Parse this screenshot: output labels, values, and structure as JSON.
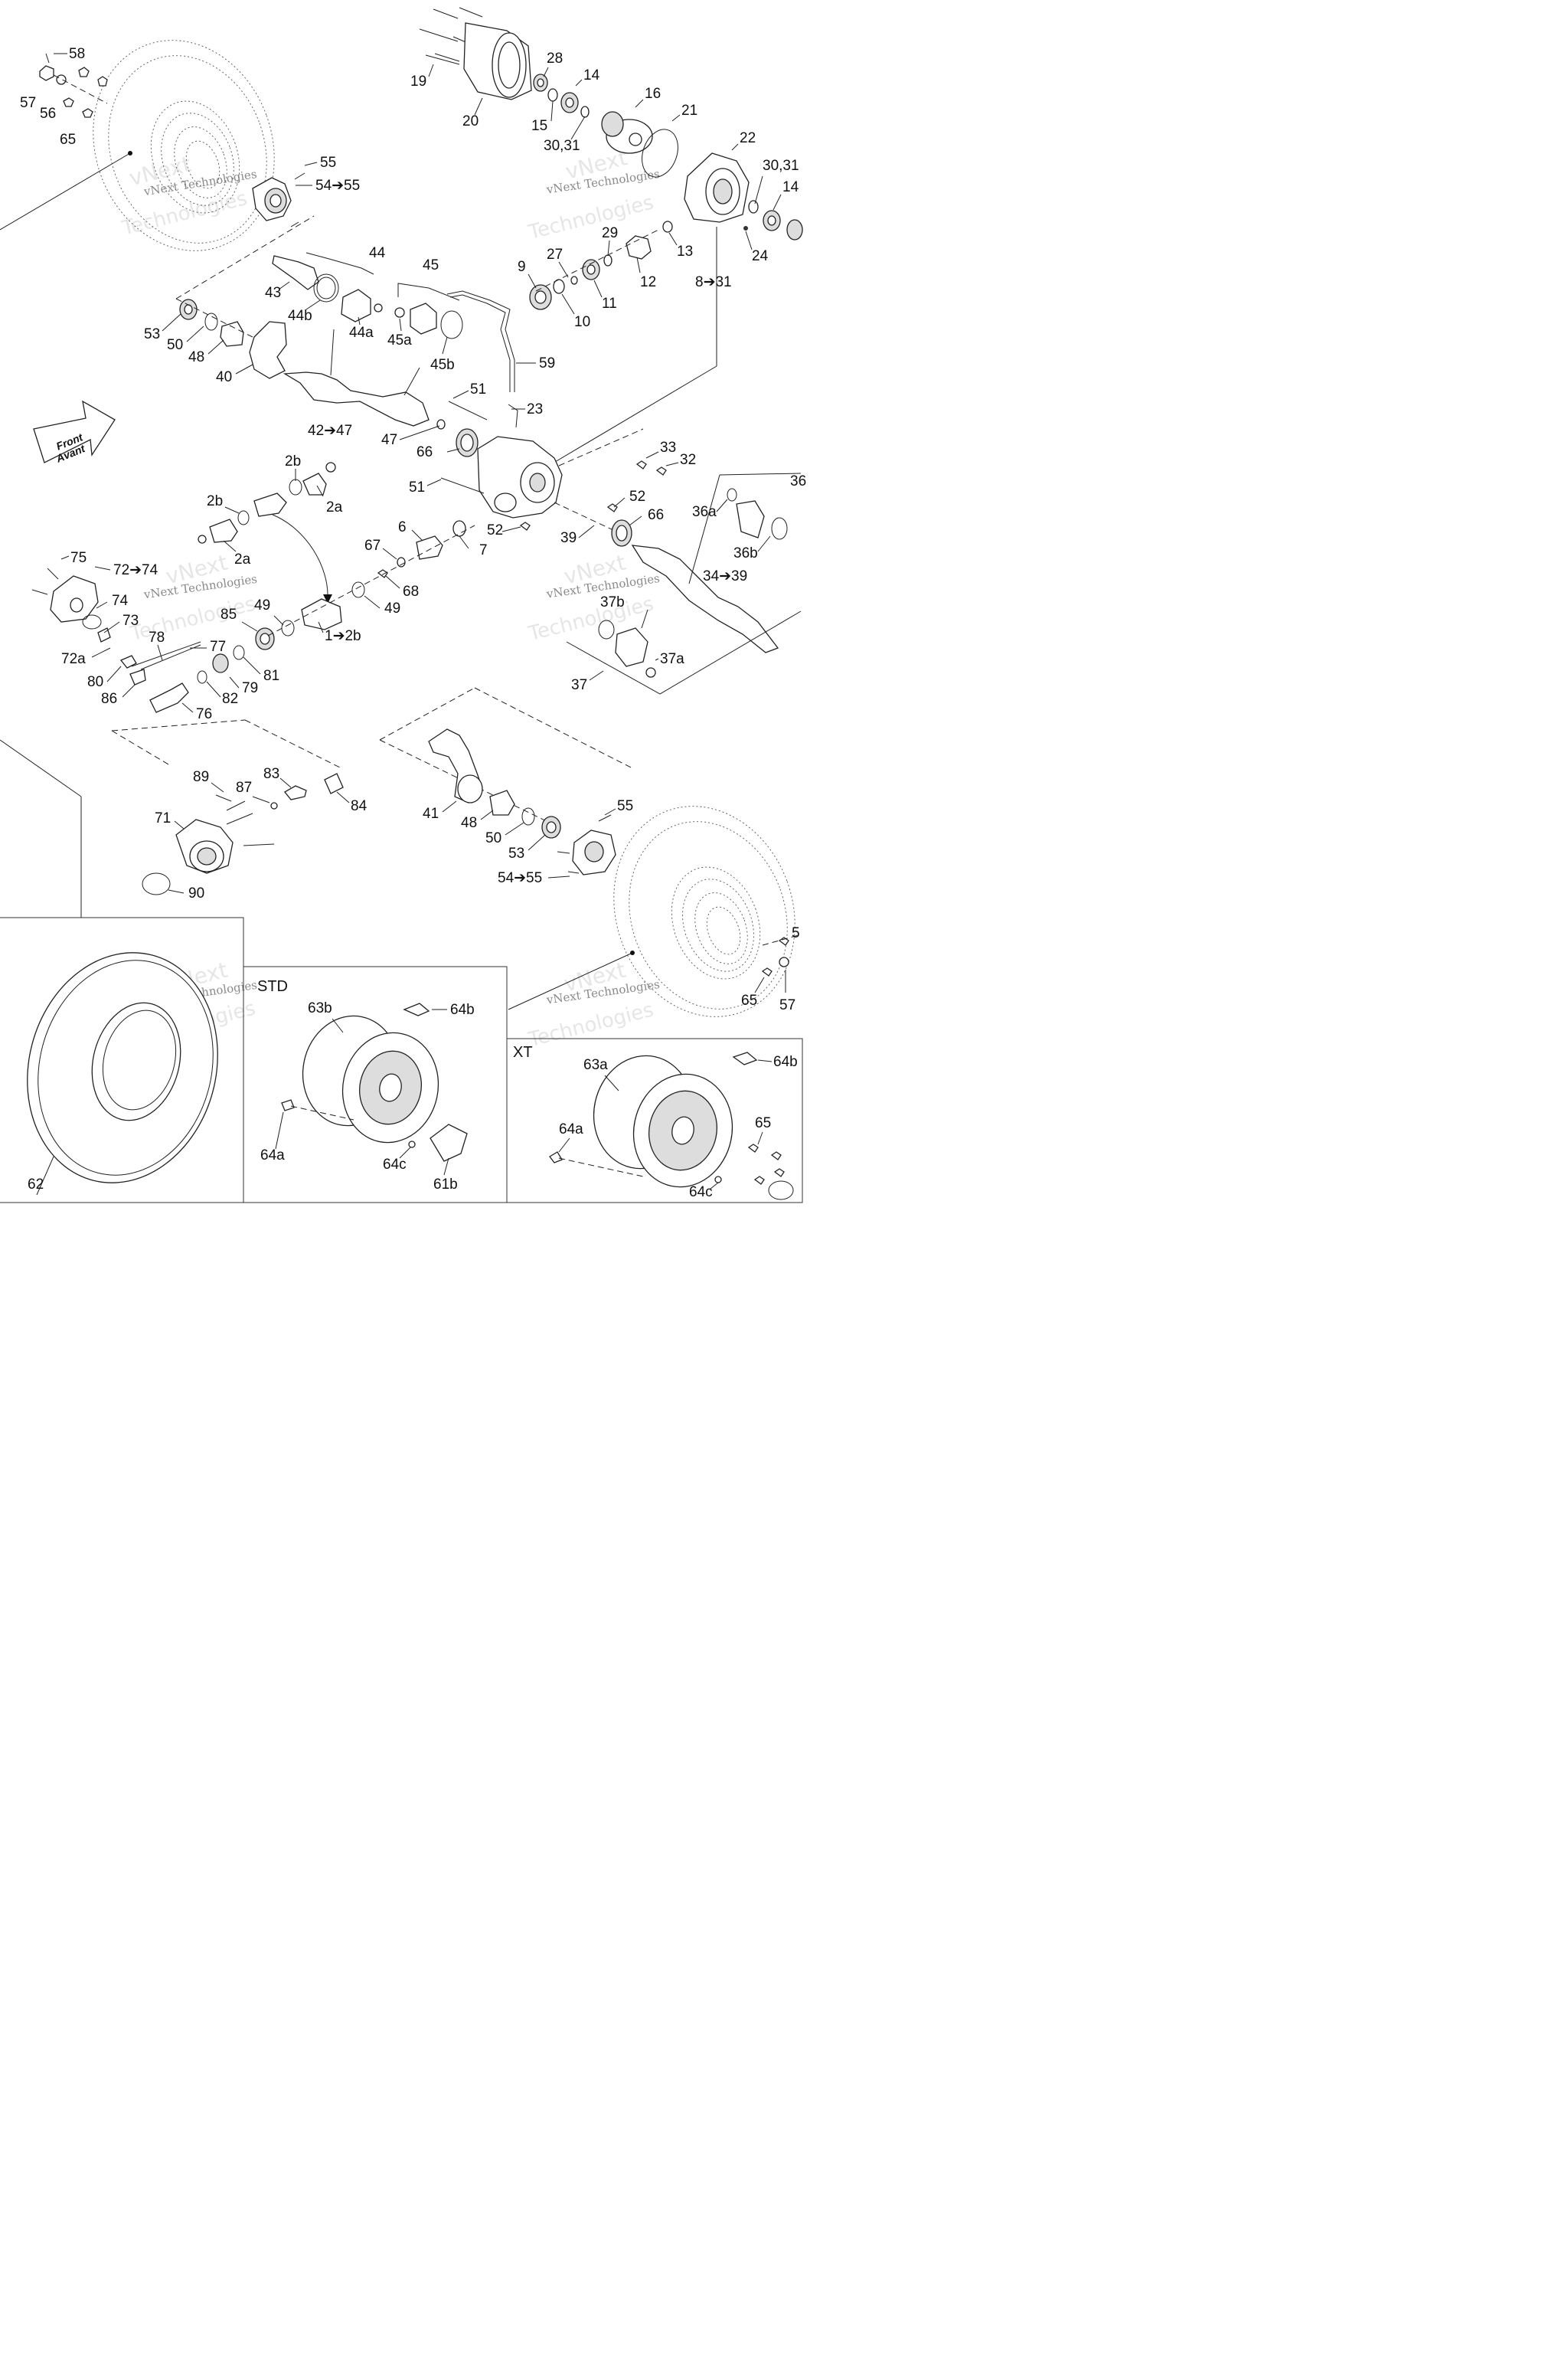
{
  "diagram": {
    "front_arrow": {
      "line1": "Front",
      "line2": "Avant"
    },
    "sections": {
      "std": "STD",
      "xt": "XT"
    },
    "watermarks": [
      {
        "line1": "vNext Technologies",
        "line2": "vNext",
        "line3": "Technologies"
      },
      {
        "line1": "vNext Technologies",
        "line2": "vNext",
        "line3": "Technologies"
      },
      {
        "line1": "vNext Technologies",
        "line2": "vNext",
        "line3": "Technologies"
      },
      {
        "line1": "vNext Technologies",
        "line2": "vNext",
        "line3": "Technologies"
      },
      {
        "line1": "vNext Technologies",
        "line2": "vNext",
        "line3": "Technologies"
      },
      {
        "line1": "vNext Technologies",
        "line2": "vNext",
        "line3": "Technologies"
      }
    ],
    "callouts": [
      "58",
      "57",
      "56",
      "65",
      "55",
      "54➔55",
      "19",
      "20",
      "28",
      "14",
      "15",
      "30,31",
      "16",
      "21",
      "22",
      "30,31",
      "14",
      "13",
      "24",
      "12",
      "29",
      "27",
      "9",
      "11",
      "10",
      "8➔31",
      "44",
      "43",
      "44b",
      "44a",
      "45",
      "45a",
      "45b",
      "53",
      "50",
      "48",
      "40",
      "59",
      "51",
      "23",
      "42➔47",
      "47",
      "66",
      "33",
      "32",
      "51",
      "2b",
      "2b",
      "2a",
      "2a",
      "6",
      "7",
      "67",
      "68",
      "52",
      "52",
      "66",
      "39",
      "36",
      "36a",
      "36b",
      "34➔39",
      "37b",
      "37",
      "37a",
      "75",
      "72➔74",
      "74",
      "73",
      "72a",
      "80",
      "86",
      "78",
      "77",
      "79",
      "76",
      "82",
      "81",
      "85",
      "49",
      "49",
      "1➔2b",
      "89",
      "87",
      "83",
      "84",
      "71",
      "90",
      "41",
      "48",
      "50",
      "53",
      "55",
      "54➔55",
      "5",
      "65",
      "57",
      "STD",
      "63b",
      "64b",
      "64a",
      "64c",
      "61b",
      "62",
      "XT",
      "63a",
      "64b",
      "64a",
      "65",
      "64c"
    ]
  }
}
